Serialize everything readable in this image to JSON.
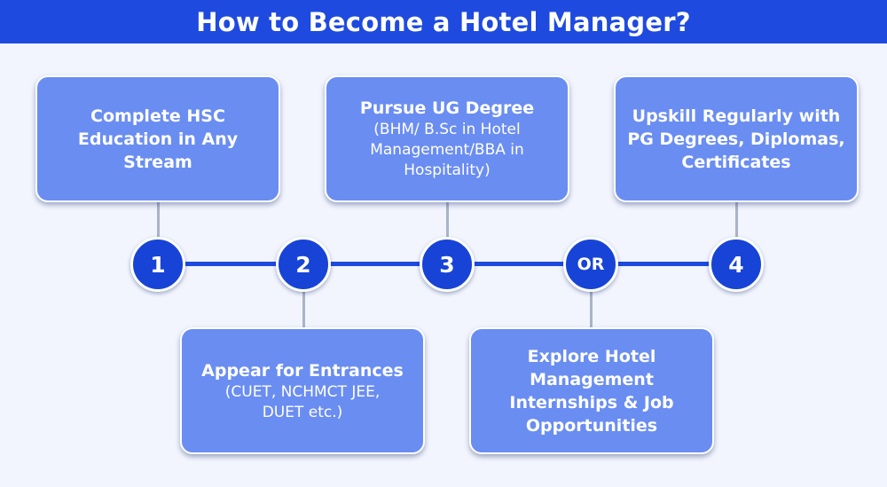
{
  "title": "How to Become a Hotel Manager?",
  "colors": {
    "title_bar": "#1e4ae0",
    "background": "#f2f5fd",
    "box_fill": "#6a8df2",
    "node_fill": "#1744d6",
    "timeline": "#1e4ae0",
    "connector": "#a9b4c6",
    "text": "#ffffff"
  },
  "nodes": [
    {
      "label": "1"
    },
    {
      "label": "2"
    },
    {
      "label": "3"
    },
    {
      "label": "OR"
    },
    {
      "label": "4"
    }
  ],
  "steps": [
    {
      "main": "Complete HSC Education in Any Stream",
      "sub": ""
    },
    {
      "main": "Appear for Entrances",
      "sub": "(CUET, NCHMCT JEE, DUET etc.)"
    },
    {
      "main": "Pursue UG Degree",
      "sub": "(BHM/ B.Sc in Hotel Management/BBA in Hospitality)"
    },
    {
      "main": "Explore Hotel Management Internships & Job Opportunities",
      "sub": ""
    },
    {
      "main": "Upskill Regularly with PG Degrees, Diplomas, Certificates",
      "sub": ""
    }
  ]
}
